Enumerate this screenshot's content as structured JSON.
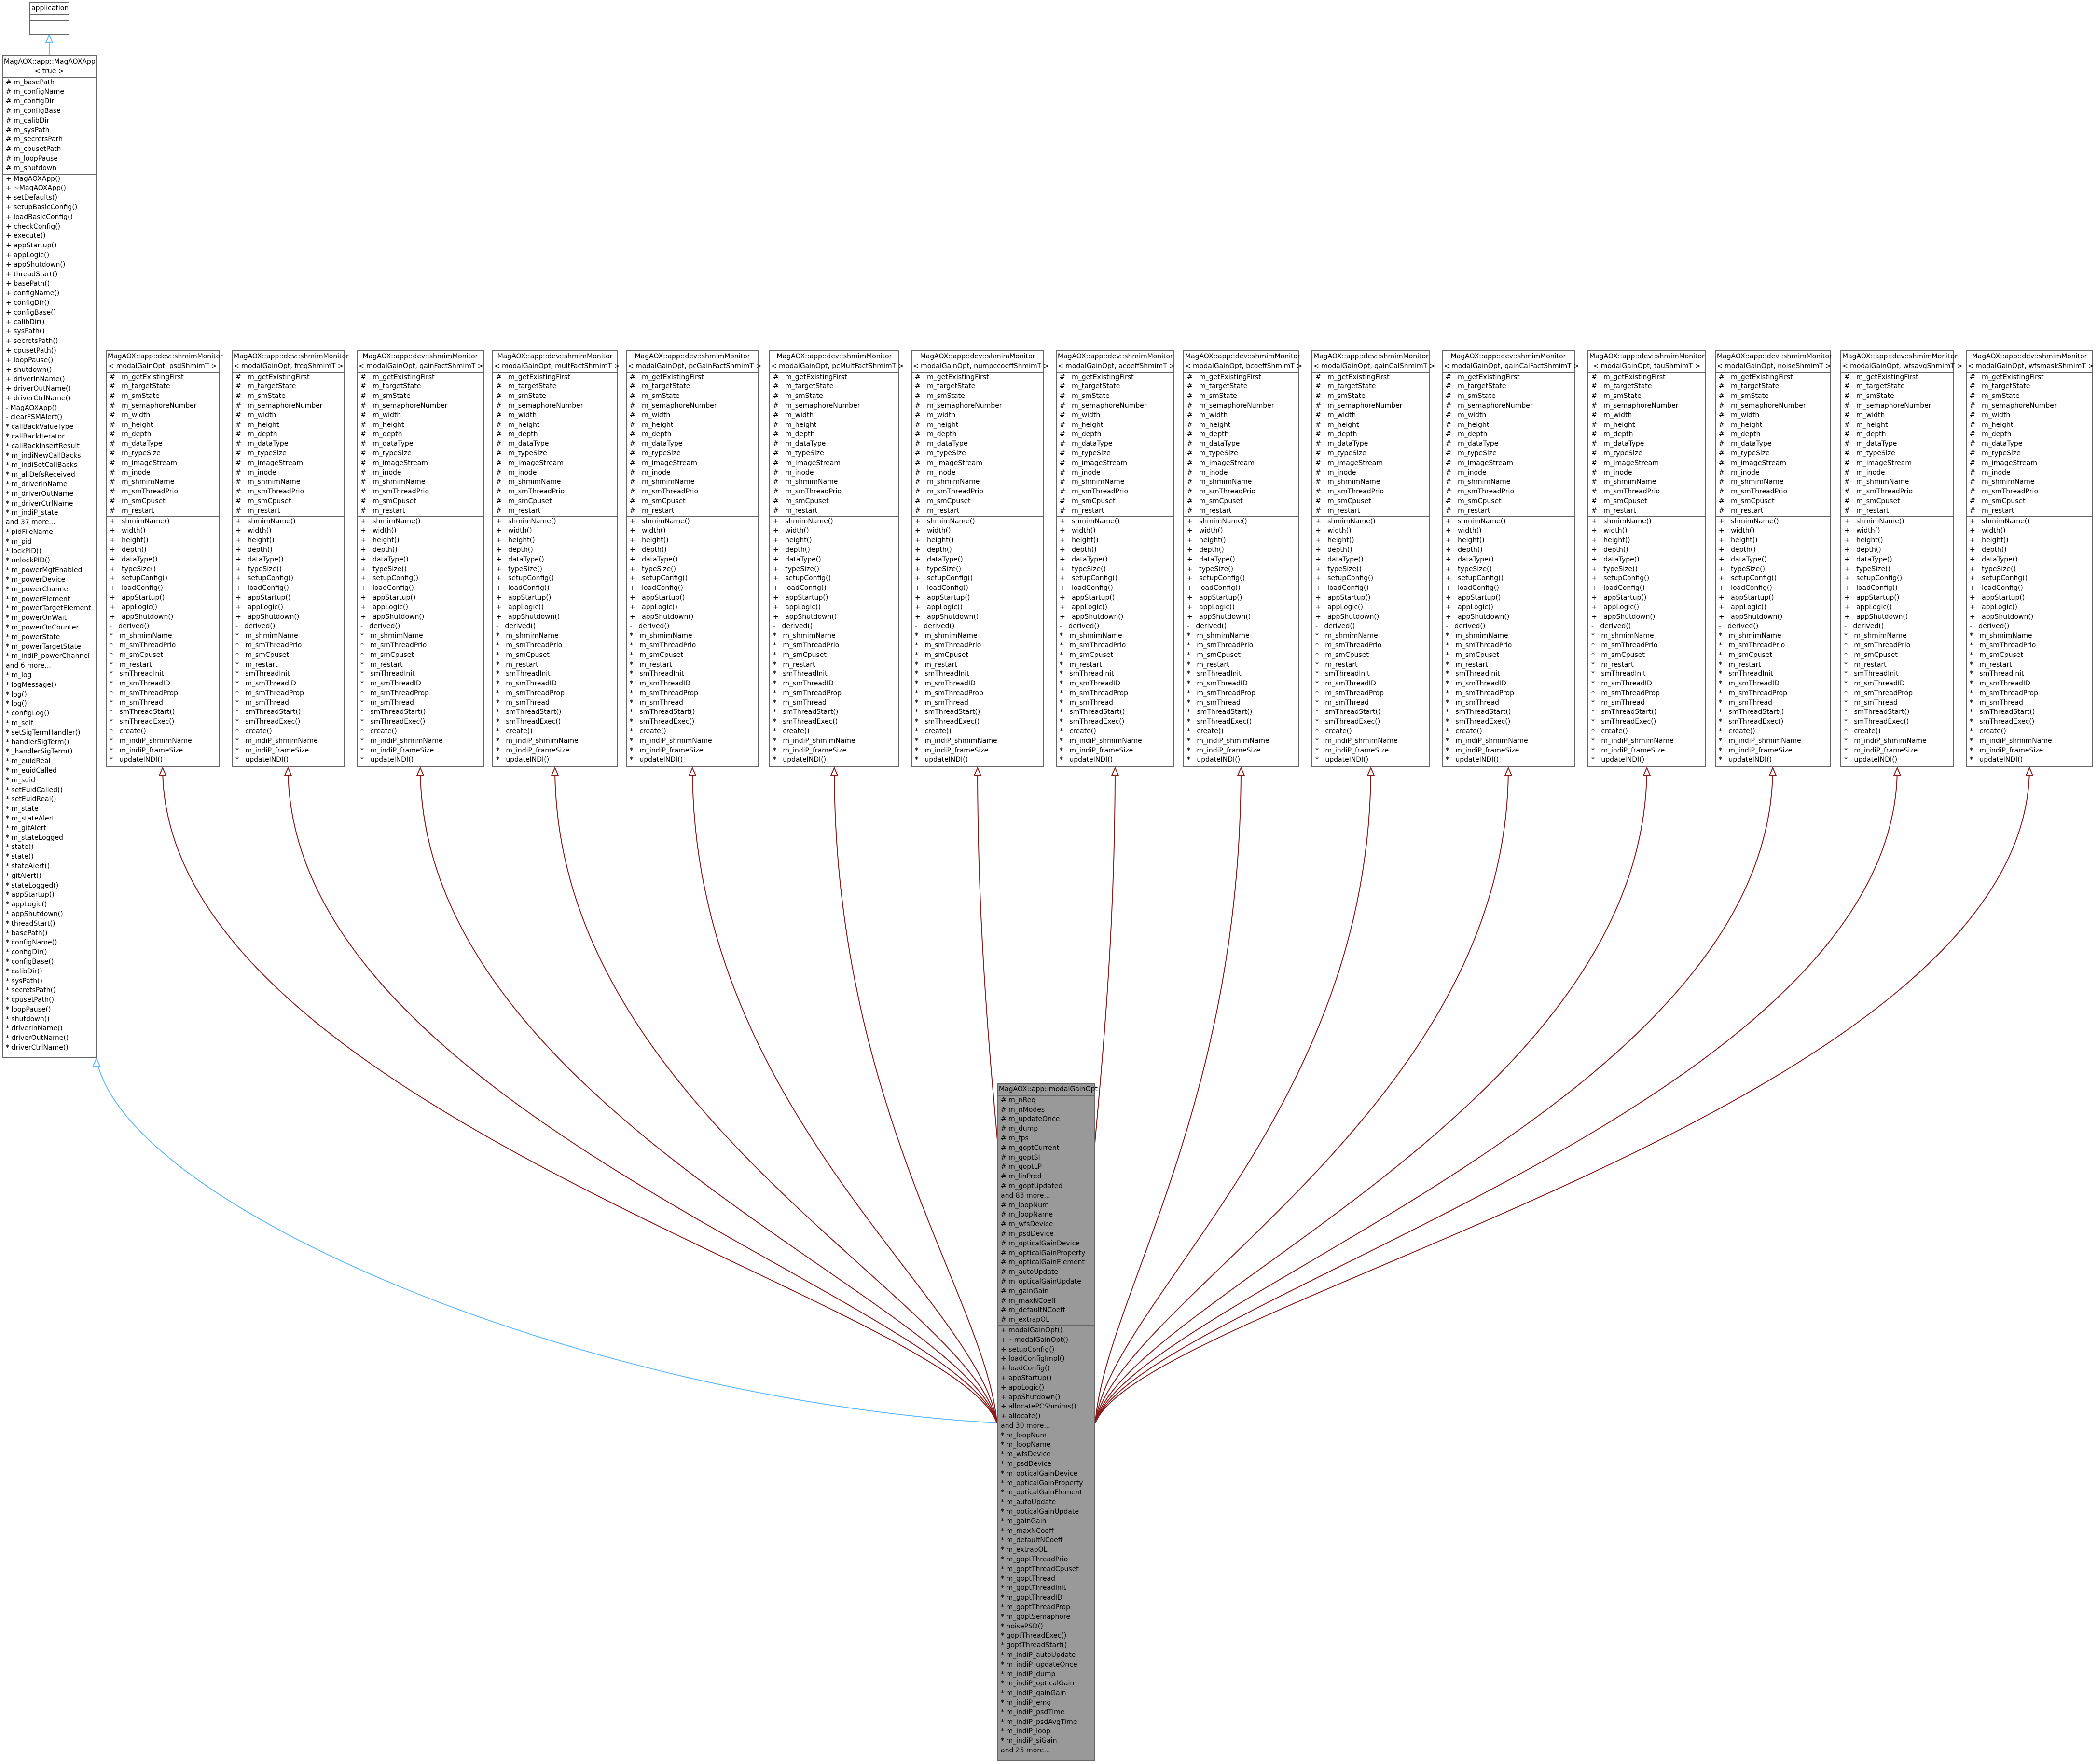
{
  "colors": {
    "inheritance_edge": "#63b8ff",
    "template_edge": "#8b1a1a",
    "focus_fill": "#999999",
    "node_border": "#666666"
  },
  "application": {
    "title": "application"
  },
  "magaox_app": {
    "title": [
      "MagAOX::app::MagAOXApp",
      "< true >"
    ],
    "attributes": [
      "# m_basePath",
      "# m_configName",
      "# m_configDir",
      "# m_configBase",
      "# m_calibDir",
      "# m_sysPath",
      "# m_secretsPath",
      "# m_cpusetPath",
      "# m_loopPause",
      "# m_shutdown"
    ],
    "methods": [
      "+ MagAOXApp()",
      "+ ~MagAOXApp()",
      "+ setDefaults()",
      "+ setupBasicConfig()",
      "+ loadBasicConfig()",
      "+ checkConfig()",
      "+ execute()",
      "+ appStartup()",
      "+ appLogic()",
      "+ appShutdown()",
      "+ threadStart()",
      "+ basePath()",
      "+ configName()",
      "+ configDir()",
      "+ configBase()",
      "+ calibDir()",
      "+ sysPath()",
      "+ secretsPath()",
      "+ cpusetPath()",
      "+ loopPause()",
      "+ shutdown()",
      "+ driverInName()",
      "+ driverOutName()",
      "+ driverCtrlName()",
      "- MagAOXApp()",
      "- clearFSMAlert()",
      "* callBackValueType",
      "* callBackIterator",
      "* callBackInsertResult",
      "* m_indiNewCallBacks",
      "* m_indiSetCallBacks",
      "* m_allDefsReceived",
      "* m_driverInName",
      "* m_driverOutName",
      "* m_driverCtrlName",
      "* m_indiP_state",
      "and 37 more...",
      "* pidFileName",
      "* m_pid",
      "* lockPID()",
      "* unlockPID()",
      "* m_powerMgtEnabled",
      "* m_powerDevice",
      "* m_powerChannel",
      "* m_powerElement",
      "* m_powerTargetElement",
      "* m_powerOnWait",
      "* m_powerOnCounter",
      "* m_powerState",
      "* m_powerTargetState",
      "* m_indiP_powerChannel",
      "and 6 more...",
      "* m_log",
      "* logMessage()",
      "* log()",
      "* log()",
      "* configLog()",
      "* m_self",
      "* setSigTermHandler()",
      "* handlerSigTerm()",
      "* _handlerSigTerm()",
      "* m_euidReal",
      "* m_euidCalled",
      "* m_suid",
      "* setEuidCalled()",
      "* setEuidReal()",
      "* m_state",
      "* m_stateAlert",
      "* m_gitAlert",
      "* m_stateLogged",
      "* state()",
      "* state()",
      "* stateAlert()",
      "* gitAlert()",
      "* stateLogged()",
      "* appStartup()",
      "* appLogic()",
      "* appShutdown()",
      "* threadStart()",
      "* basePath()",
      "* configName()",
      "* configDir()",
      "* configBase()",
      "* calibDir()",
      "* sysPath()",
      "* secretsPath()",
      "* cpusetPath()",
      "* loopPause()",
      "* shutdown()",
      "* driverInName()",
      "* driverOutName()",
      "* driverCtrlName()"
    ]
  },
  "shmim_monitor": {
    "attributes": [
      "#   m_getExistingFirst",
      "#   m_targetState",
      "#   m_smState",
      "#   m_semaphoreNumber",
      "#   m_width",
      "#   m_height",
      "#   m_depth",
      "#   m_dataType",
      "#   m_typeSize",
      "#   m_imageStream",
      "#   m_inode",
      "#   m_shmimName",
      "#   m_smThreadPrio",
      "#   m_smCpuset",
      "#   m_restart"
    ],
    "methods": [
      "+   shmimName()",
      "+   width()",
      "+   height()",
      "+   depth()",
      "+   dataType()",
      "+   typeSize()",
      "+   setupConfig()",
      "+   loadConfig()",
      "+   appStartup()",
      "+   appLogic()",
      "+   appShutdown()",
      "-   derived()",
      "*   m_shmimName",
      "*   m_smThreadPrio",
      "*   m_smCpuset",
      "*   m_restart",
      "*   smThreadInit",
      "*   m_smThreadID",
      "*   m_smThreadProp",
      "*   m_smThread",
      "*   smThreadStart()",
      "*   smThreadExec()",
      "*   create()",
      "*   m_indiP_shmimName",
      "*   m_indiP_frameSize",
      "*   updateINDI()"
    ],
    "monitors": [
      {
        "title": [
          "MagAOX::app::dev::shmimMonitor",
          "< modalGainOpt, psdShmimT >"
        ]
      },
      {
        "title": [
          "MagAOX::app::dev::shmimMonitor",
          "< modalGainOpt, freqShmimT >"
        ]
      },
      {
        "title": [
          "MagAOX::app::dev::shmimMonitor",
          "< modalGainOpt, gainFactShmimT >"
        ]
      },
      {
        "title": [
          "MagAOX::app::dev::shmimMonitor",
          "< modalGainOpt, multFactShmimT >"
        ]
      },
      {
        "title": [
          "MagAOX::app::dev::shmimMonitor",
          "< modalGainOpt, pcGainFactShmimT >"
        ]
      },
      {
        "title": [
          "MagAOX::app::dev::shmimMonitor",
          "< modalGainOpt, pcMultFactShmimT >"
        ]
      },
      {
        "title": [
          "MagAOX::app::dev::shmimMonitor",
          "< modalGainOpt, numpccoeffShmimT >"
        ]
      },
      {
        "title": [
          "MagAOX::app::dev::shmimMonitor",
          "< modalGainOpt, acoeffShmimT >"
        ]
      },
      {
        "title": [
          "MagAOX::app::dev::shmimMonitor",
          "< modalGainOpt, bcoeffShmimT >"
        ]
      },
      {
        "title": [
          "MagAOX::app::dev::shmimMonitor",
          "< modalGainOpt, gainCalShmimT >"
        ]
      },
      {
        "title": [
          "MagAOX::app::dev::shmimMonitor",
          "< modalGainOpt, gainCalFactShmimT >"
        ]
      },
      {
        "title": [
          "MagAOX::app::dev::shmimMonitor",
          "< modalGainOpt, tauShmimT >"
        ]
      },
      {
        "title": [
          "MagAOX::app::dev::shmimMonitor",
          "< modalGainOpt, noiseShmimT >"
        ]
      },
      {
        "title": [
          "MagAOX::app::dev::shmimMonitor",
          "< modalGainOpt, wfsavgShmimT >"
        ]
      },
      {
        "title": [
          "MagAOX::app::dev::shmimMonitor",
          "< modalGainOpt, wfsmaskShmimT >"
        ]
      }
    ]
  },
  "modal_gain_opt": {
    "title": "MagAOX::app::modalGainOpt",
    "attributes": [
      "# m_nReq",
      "# m_nModes",
      "# m_updateOnce",
      "# m_dump",
      "# m_fps",
      "# m_goptCurrent",
      "# m_goptSI",
      "# m_goptLP",
      "# m_linPred",
      "# m_goptUpdated",
      "and 83 more...",
      "# m_loopNum",
      "# m_loopName",
      "# m_wfsDevice",
      "# m_psdDevice",
      "# m_opticalGainDevice",
      "# m_opticalGainProperty",
      "# m_opticalGainElement",
      "# m_autoUpdate",
      "# m_opticalGainUpdate",
      "# m_gainGain",
      "# m_maxNCoeff",
      "# m_defaultNCoeff",
      "# m_extrapOL"
    ],
    "methods": [
      "+ modalGainOpt()",
      "+ ~modalGainOpt()",
      "+ setupConfig()",
      "+ loadConfigImpl()",
      "+ loadConfig()",
      "+ appStartup()",
      "+ appLogic()",
      "+ appShutdown()",
      "+ allocatePCShmims()",
      "+ allocate()",
      "and 30 more...",
      "* m_loopNum",
      "* m_loopName",
      "* m_wfsDevice",
      "* m_psdDevice",
      "* m_opticalGainDevice",
      "* m_opticalGainProperty",
      "* m_opticalGainElement",
      "* m_autoUpdate",
      "* m_opticalGainUpdate",
      "* m_gainGain",
      "* m_maxNCoeff",
      "* m_defaultNCoeff",
      "* m_extrapOL",
      "* m_goptThreadPrio",
      "* m_goptThreadCpuset",
      "* m_goptThread",
      "* m_goptThreadInit",
      "* m_goptThreadID",
      "* m_goptThreadProp",
      "* m_goptSemaphore",
      "* noisePSD()",
      "* goptThreadExec()",
      "* goptThreadStart()",
      "* m_indiP_autoUpdate",
      "* m_indiP_updateOnce",
      "* m_indiP_dump",
      "* m_indiP_opticalGain",
      "* m_indiP_gainGain",
      "* m_indiP_emg",
      "* m_indiP_psdTime",
      "* m_indiP_psdAvgTime",
      "* m_indiP_loop",
      "* m_indiP_siGain",
      "and 25 more..."
    ]
  }
}
